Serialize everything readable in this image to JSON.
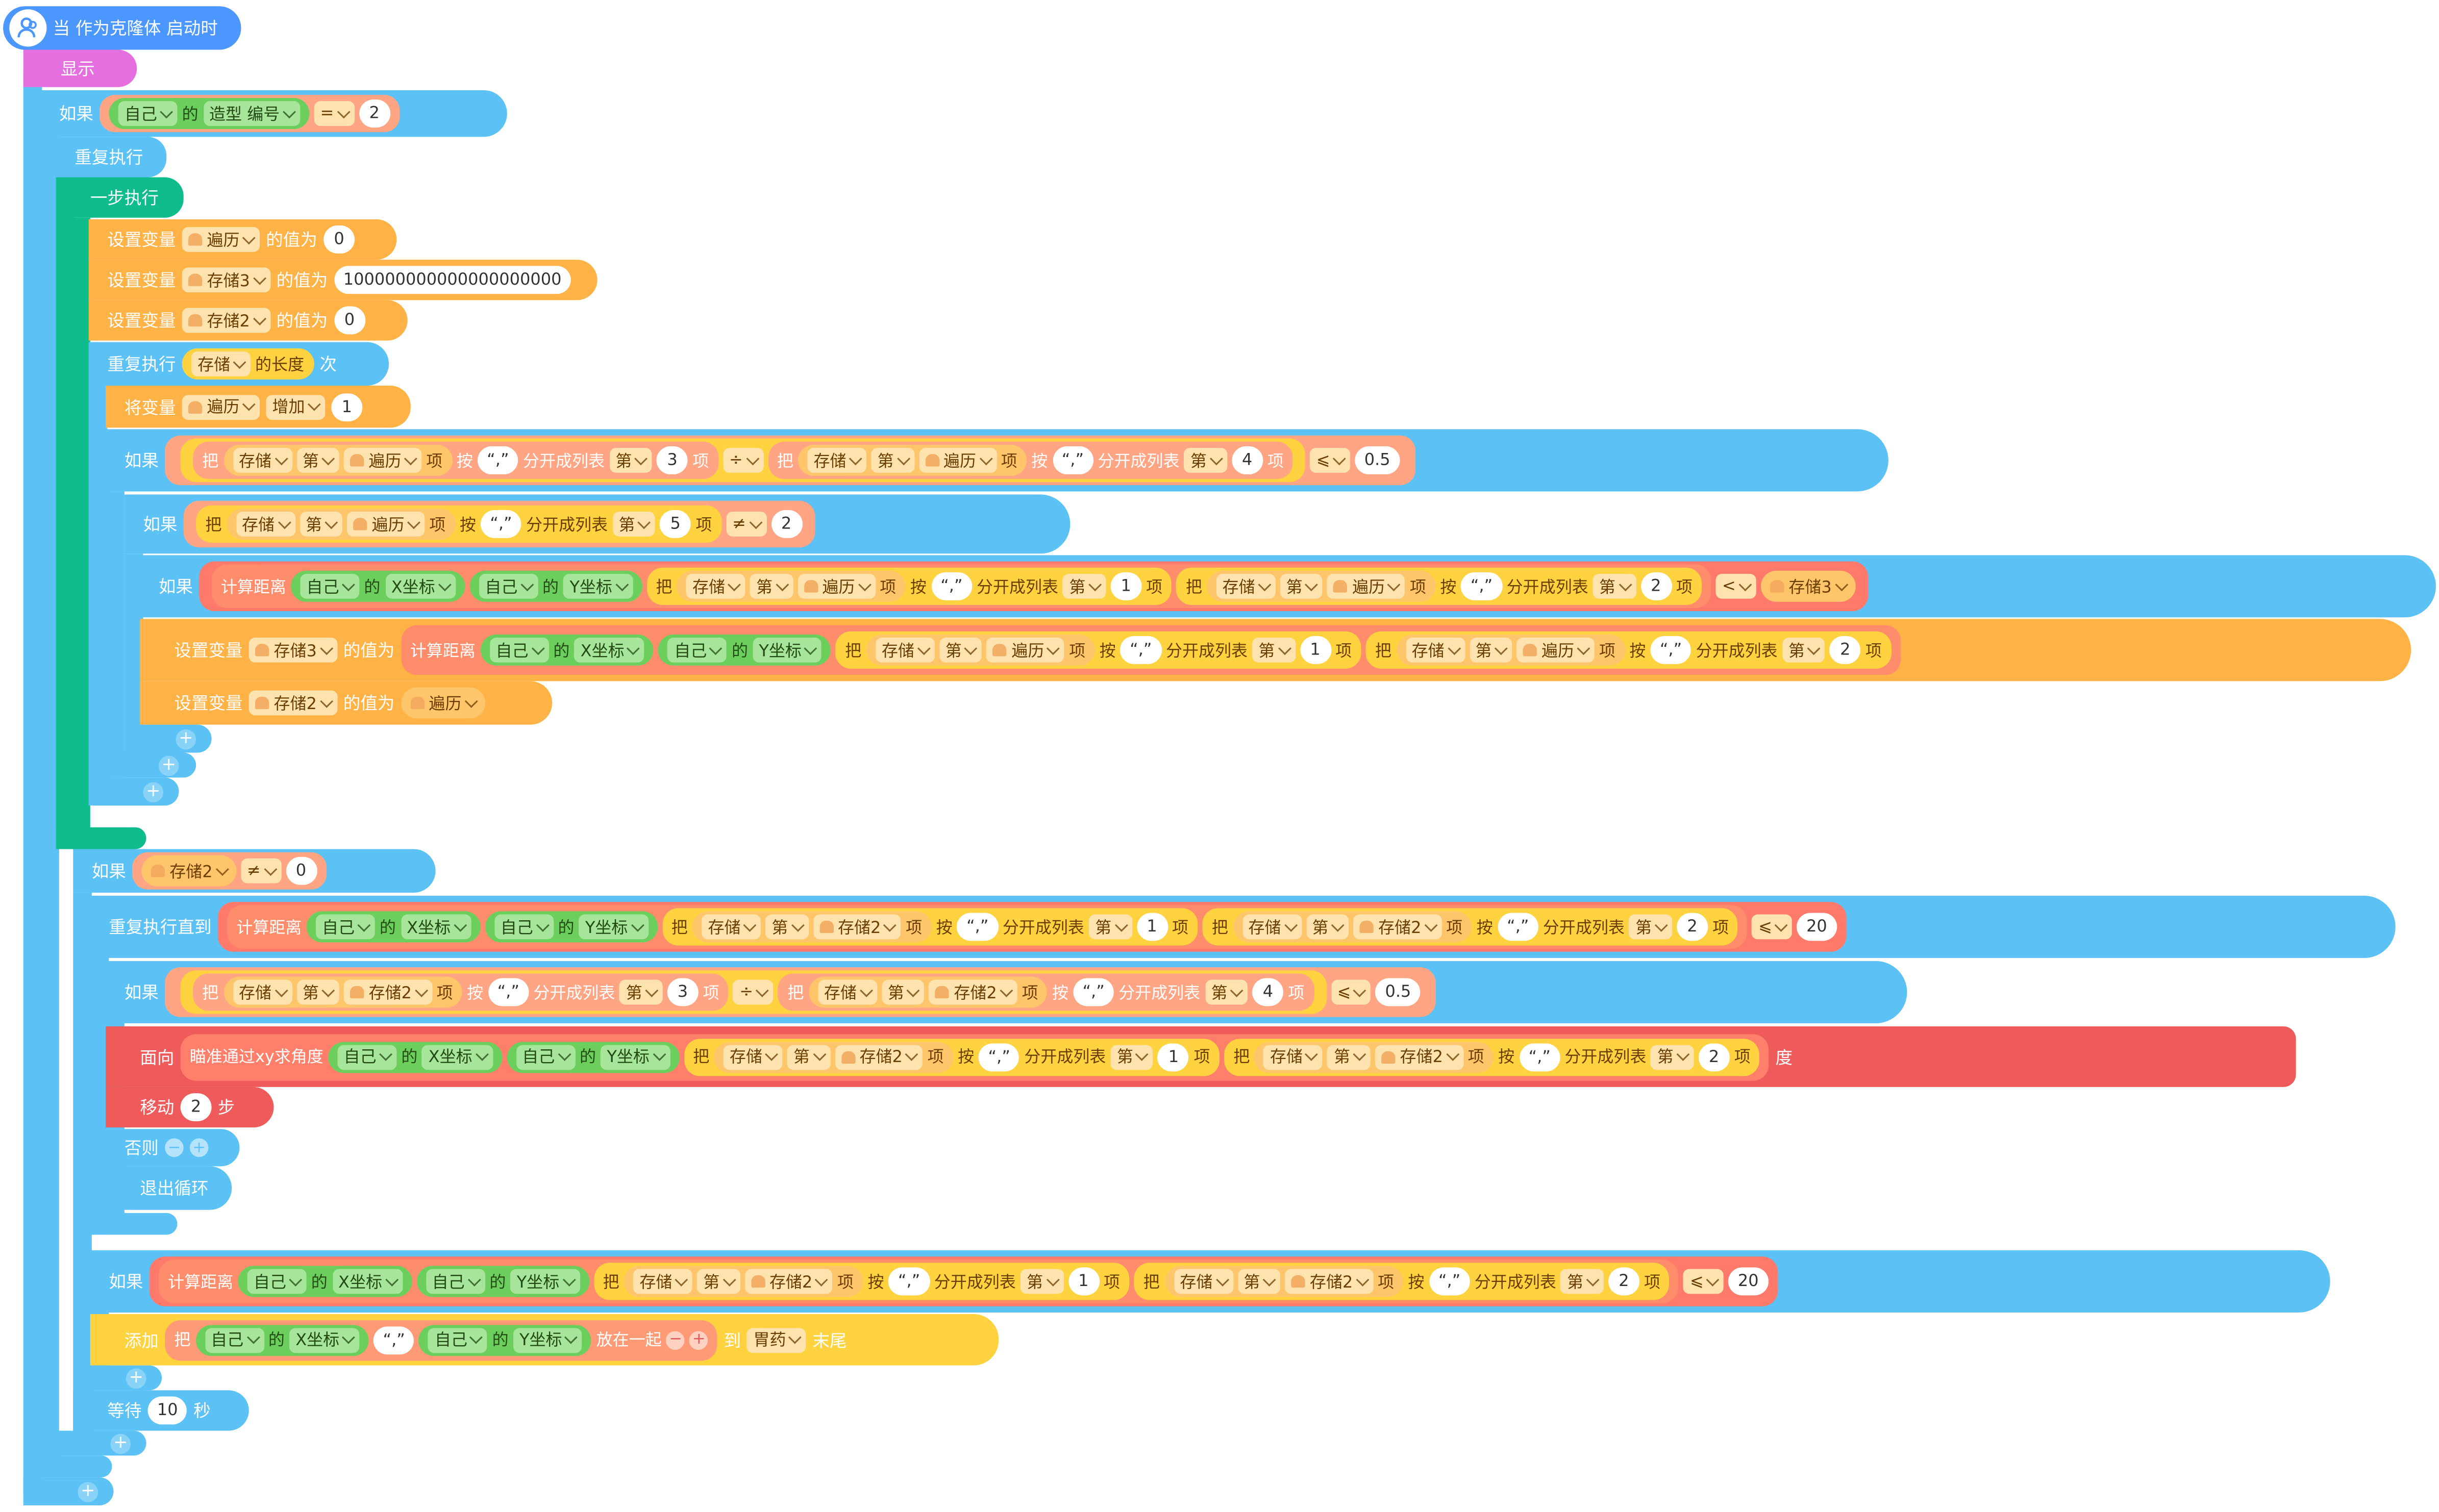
{
  "event_label": "当 作为克隆体 启动时",
  "show_label": "显示",
  "if_label": "如果",
  "repeat_forever_label": "重复执行",
  "one_step_label": "一步执行",
  "set_var_label": "设置变量",
  "value_is_label": "的值为",
  "repeat_label": "重复执行",
  "times_label": "次",
  "length_label": "的长度",
  "change_var_label": "将变量",
  "increase_label": "增加",
  "take_label": "把",
  "index_label": "第",
  "item_label": "项",
  "by_label": "按",
  "split_label": "分开成列表",
  "comma": "“,”",
  "distance_label": "计算距离",
  "self_label": "自己",
  "of_label": "的",
  "x_label": "X坐标",
  "y_label": "Y坐标",
  "costume_label": "造型 编号",
  "repeat_until_label": "重复执行直到",
  "face_label": "面向",
  "aim_label": "瞄准通过xy求角度",
  "degree_label": "度",
  "move_label": "移动",
  "steps_label": "步",
  "else_label": "否则",
  "break_label": "退出循环",
  "append_label": "添加",
  "join_label": "放在一起",
  "to_label": "到",
  "end_label": "末尾",
  "wait_label": "等待",
  "seconds_label": "秒",
  "vars": {
    "traverse": "遍历",
    "store": "存储",
    "store2": "存储2",
    "store3": "存储3",
    "list": "胃药"
  },
  "ops": {
    "eq": "=",
    "neq": "≠",
    "div": "÷",
    "le": "⩽",
    "lt": "<"
  },
  "values": {
    "two": "2",
    "zero": "0",
    "big": "100000000000000000000",
    "one": "1",
    "three": "3",
    "four": "4",
    "five": "5",
    "half": "0.5",
    "twenty": "20",
    "ten": "10"
  },
  "colors": {
    "event": "#4c97ff",
    "looks": "#e66fe0",
    "control": "#5cc1f5",
    "loop_inner": "#0fbd8c",
    "variable": "#ffb347",
    "list": "#ff9a76",
    "motion": "#ef5b5b",
    "sensing": "#5cc751",
    "operator": "#ffc63f"
  }
}
